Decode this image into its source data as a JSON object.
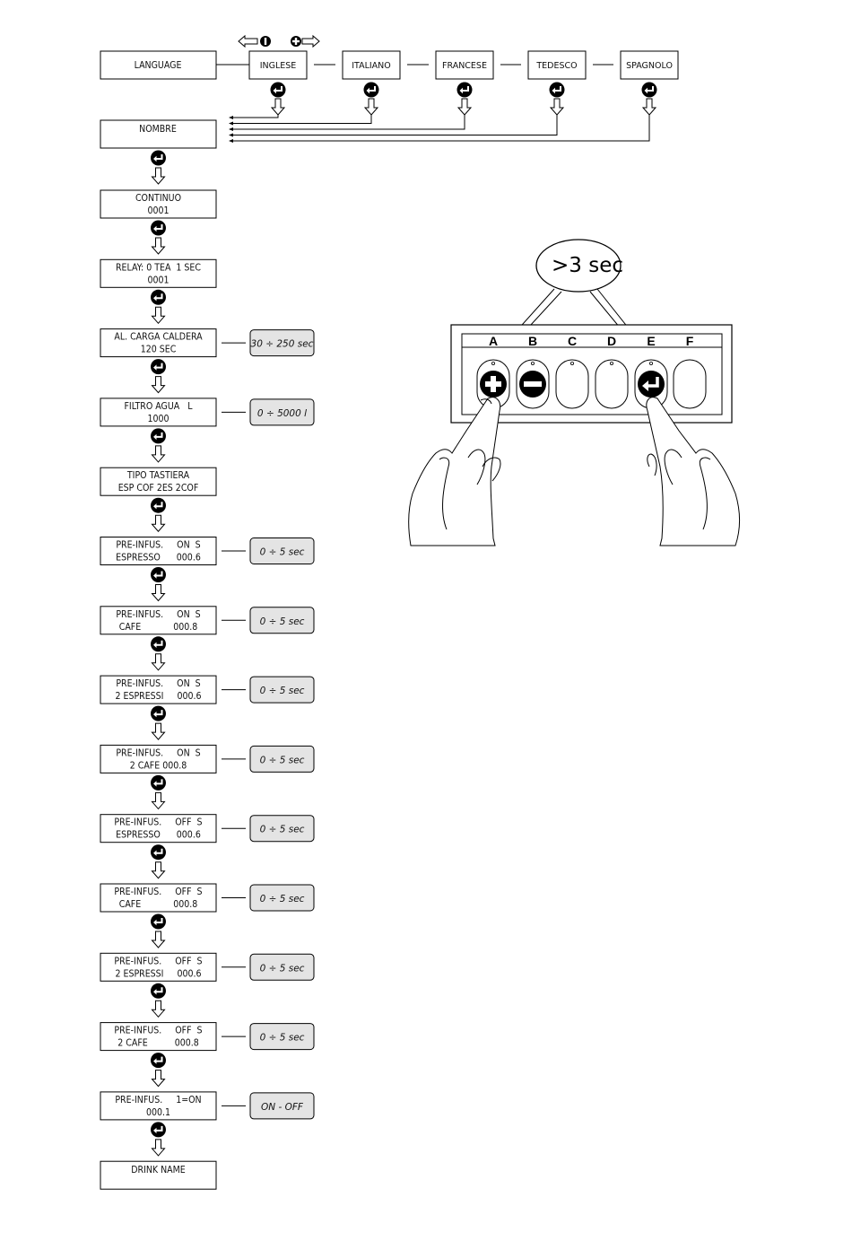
{
  "language_row": {
    "label": "LANGUAGE",
    "options": [
      "INGLESE",
      "ITALIANO",
      "FRANCESE",
      "TEDESCO",
      "SPAGNOLO"
    ]
  },
  "name_box": {
    "label": "NOMBRE"
  },
  "steps": [
    {
      "line1": "CONTINUO",
      "line2": "0001",
      "range": ""
    },
    {
      "line1": "RELAY: 0 TEA  1 SEC",
      "line2": "0001",
      "range": ""
    },
    {
      "line1": "AL. CARGA CALDERA",
      "line2": "120 SEC",
      "range": "30 ÷ 250 sec"
    },
    {
      "line1": "FILTRO AGUA   L",
      "line2": "1000",
      "range": "0 ÷ 5000 l"
    },
    {
      "line1": "TIPO TASTIERA",
      "line2": "ESP COF 2ES 2COF",
      "range": ""
    },
    {
      "line1": "PRE-INFUS.     ON  S",
      "line2": "ESPRESSO      000.6",
      "range": "0 ÷ 5 sec"
    },
    {
      "line1": "PRE-INFUS.     ON  S",
      "line2": "CAFE            000.8",
      "range": "0 ÷ 5 sec"
    },
    {
      "line1": "PRE-INFUS.     ON  S",
      "line2": "2 ESPRESSI     000.6",
      "range": "0 ÷ 5 sec"
    },
    {
      "line1": "PRE-INFUS.     ON  S",
      "line2": "2 CAFE 000.8",
      "range": "0 ÷ 5 sec"
    },
    {
      "line1": "PRE-INFUS.     OFF  S",
      "line2": "ESPRESSO      000.6",
      "range": "0 ÷ 5 sec"
    },
    {
      "line1": "PRE-INFUS.     OFF  S",
      "line2": "CAFE            000.8",
      "range": "0 ÷ 5 sec"
    },
    {
      "line1": "PRE-INFUS.     OFF  S",
      "line2": "2 ESPRESSI     000.6",
      "range": "0 ÷ 5 sec"
    },
    {
      "line1": "PRE-INFUS.     OFF  S",
      "line2": "2 CAFE          000.8",
      "range": "0 ÷ 5 sec"
    },
    {
      "line1": "PRE-INFUS.     1=ON",
      "line2": "000.1",
      "range": "ON - OFF"
    },
    {
      "line1": "DRINK NAME",
      "line2": "",
      "range": ""
    }
  ],
  "keypad": {
    "bubble_text": ">3 sec",
    "keys": [
      "A",
      "B",
      "C",
      "D",
      "E",
      "F"
    ],
    "key_icons": [
      "plus-icon",
      "minus-icon",
      "",
      "",
      "enter-icon",
      ""
    ]
  },
  "legend_icons": [
    "minus-icon",
    "plus-icon"
  ],
  "colors": {
    "range_fill": "#e4e4e4",
    "line": "#000000",
    "button_fill": "#000000"
  }
}
